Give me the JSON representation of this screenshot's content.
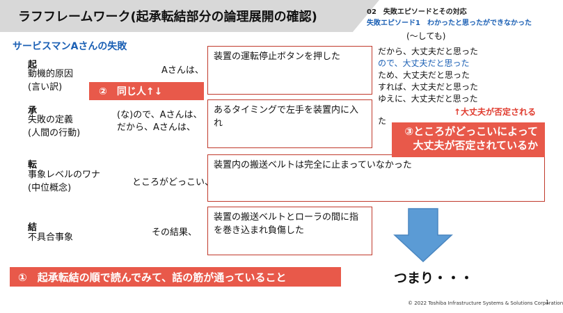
{
  "header": {
    "title": "ラフフレームワーク(起承転結部分の論理展開の確認)",
    "episode_number": "02　失敗エピソードとその対応",
    "episode_subtitle": "失敗エピソード1　わかったと思ったができなかった"
  },
  "subtitle": "サービスマンAさんの失敗",
  "sections": [
    {
      "head": "起",
      "lines": [
        "動機的原因",
        "(言い訳)"
      ],
      "connector": [
        "Aさんは、"
      ],
      "box": "装置の運転停止ボタンを押した"
    },
    {
      "head": "承",
      "lines": [
        "失敗の定義",
        "(人間の行動)"
      ],
      "connector": [
        "(な)ので、Aさんは、",
        "だから、Aさんは、"
      ],
      "box": "あるタイミングで左手を装置内に入れ"
    },
    {
      "head": "転",
      "lines": [
        "事象レベルのワナ",
        "(中位概念)"
      ],
      "connector": [
        "ところがどっこい、"
      ],
      "box": "装置内の搬送ベルトは完全に止まっていなかった"
    },
    {
      "head": "結",
      "lines": [
        "不具合事象"
      ],
      "connector": [
        "その結果、"
      ],
      "box": "装置の搬送ベルトとローラの間に指を巻き込まれ負傷した"
    }
  ],
  "tags": {
    "same_person": "②　同じ人↑↓",
    "read_in_order": "①　起承転結の順で読んでみて、話の筋が通っていること",
    "tokoro_line1": "③ところがどっこいによって",
    "tokoro_line2": "大丈夫が否定されているか"
  },
  "right_column": {
    "paren": "(～しても)",
    "lines": [
      "だから、大丈夫だと思った",
      "ので、大丈夫だと思った",
      "ため、大丈夫だと思った",
      "すれば、大丈夫だと思った",
      "ゆえに、大丈夫だと思った"
    ],
    "ta": "た",
    "denied": "↑大丈夫が否定される"
  },
  "conclusion": "つまり・・・",
  "footer": {
    "copyright": "© 2022 Toshiba Infrastructure Systems & Solutions Corporation",
    "page": "1"
  },
  "colors": {
    "accent_red": "#e8594a",
    "box_border": "#c0392b",
    "blue": "#1a5fb4",
    "arrow_blue": "#5b9bd5"
  }
}
